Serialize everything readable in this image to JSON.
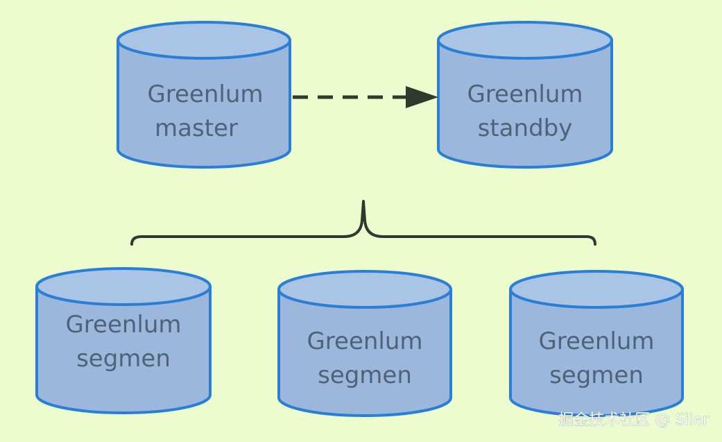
{
  "diagram": {
    "nodes": [
      {
        "id": "master",
        "label_line1": "Greenlum",
        "label_line2": "master"
      },
      {
        "id": "standby",
        "label_line1": "Greenlum",
        "label_line2": "standby"
      },
      {
        "id": "segment1",
        "label_line1": "Greenlum",
        "label_line2": "segmen"
      },
      {
        "id": "segment2",
        "label_line1": "Greenlum",
        "label_line2": "segmen"
      },
      {
        "id": "segment3",
        "label_line1": "Greenlum",
        "label_line2": "segmen"
      }
    ],
    "edges": [
      {
        "from": "master",
        "to": "standby",
        "style": "dashed-arrow"
      }
    ],
    "colors": {
      "background": "#ecfccf",
      "cylinder_fill": "#9bb8dc",
      "cylinder_top": "#a9c4e4",
      "cylinder_stroke": "#2a7fd4",
      "label": "#4f6277",
      "connector": "#2f3a2f"
    }
  },
  "watermark": "掘金技术社区 @ Siler"
}
